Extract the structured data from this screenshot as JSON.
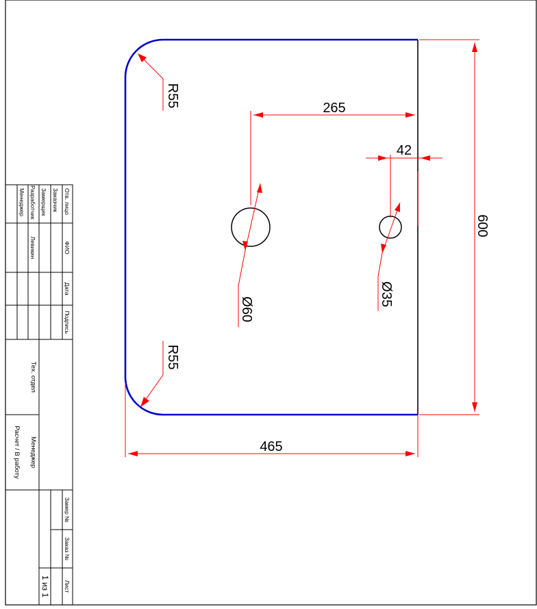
{
  "dimensions": {
    "radius_top": "R55",
    "radius_bottom": "R55",
    "hole_offset": "265",
    "small_hole_offset": "42",
    "height": "600",
    "width": "465",
    "hole_large": "Ø60",
    "hole_small": "Ø35"
  },
  "title_block": {
    "rows": [
      {
        "label": "Отв. лицо",
        "fio": "ФИО",
        "date": "Дата",
        "sign": "Подпись"
      },
      {
        "label": "Заказчик",
        "fio": "",
        "date": "",
        "sign": ""
      },
      {
        "label": "Замерщик",
        "fio": "",
        "date": "",
        "sign": ""
      },
      {
        "label": "Разработчик",
        "fio": "Левикин",
        "date": "",
        "sign": ""
      },
      {
        "label": "Менеджер",
        "fio": "",
        "date": "",
        "sign": ""
      }
    ],
    "dept_tech": "Тех. отдел",
    "dept_manager": "Менеджер",
    "status": "Расчет / В работу",
    "measure_no_label": "Замер №",
    "order_no_label": "Заказ №",
    "sheet_label": "Лист",
    "sheet_value": "1 из 1"
  },
  "colors": {
    "outline": "#0000c8",
    "dimension": "#ff0000",
    "line": "#000000"
  }
}
